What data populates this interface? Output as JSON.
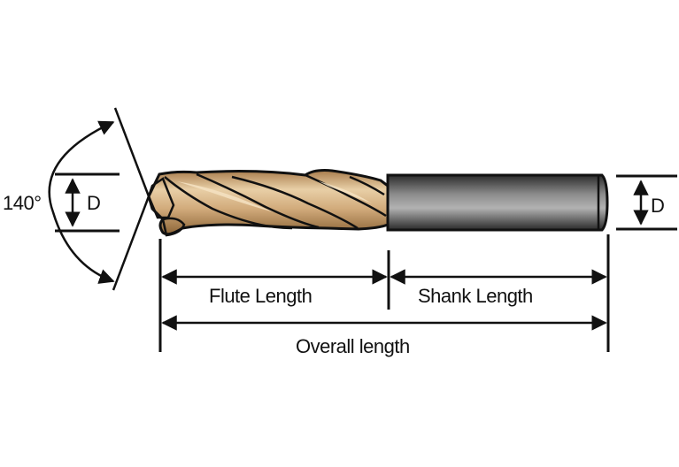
{
  "labels": {
    "angle": "140°",
    "diameter_left": "D",
    "diameter_right": "D",
    "flute_length": "Flute Length",
    "shank_length": "Shank Length",
    "overall_length": "Overall length"
  },
  "colors": {
    "background": "#ffffff",
    "line": "#111111",
    "flute_body": "#c9a070",
    "flute_highlight": "#f1dcb8",
    "shank_dark": "#3c3c3c",
    "shank_light": "#a8a8a8"
  }
}
